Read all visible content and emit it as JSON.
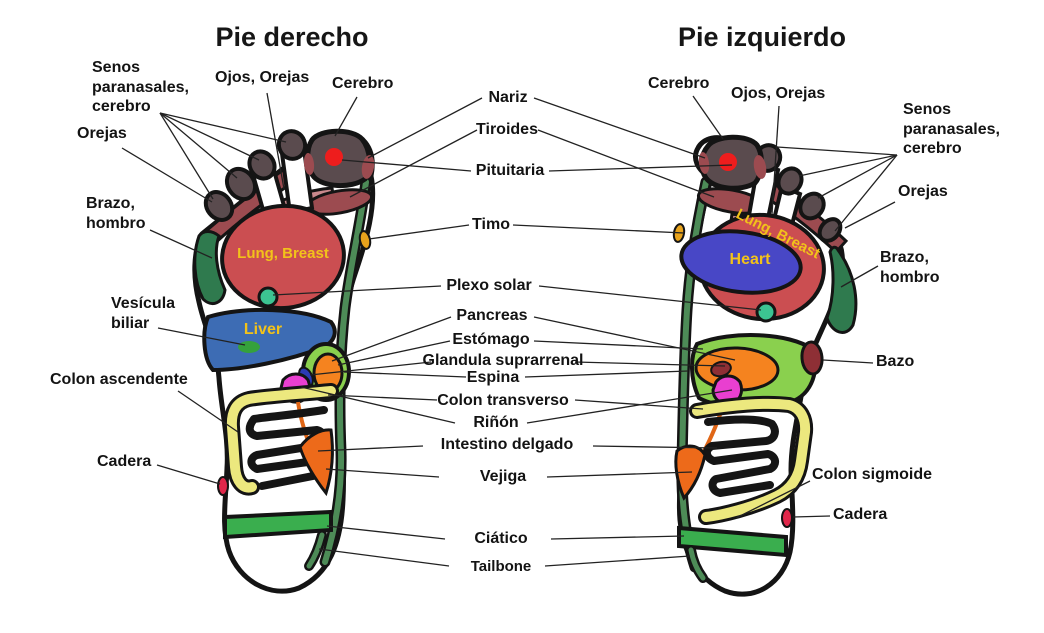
{
  "titles": {
    "right_foot": "Pie derecho",
    "left_foot": "Pie izquierdo"
  },
  "labels": {
    "senos_right": "Senos\nparanasales,\ncerebro",
    "ojos_right": "Ojos, Orejas",
    "cerebro_right": "Cerebro",
    "orejas_right": "Orejas",
    "brazo_right": "Brazo,\nhombro",
    "vesicula_right": "Vesícula\nbiliar",
    "colon_ascendente": "Colon ascendente",
    "cadera_right": "Cadera",
    "nariz": "Nariz",
    "tiroides": "Tiroides",
    "pituitaria": "Pituitaria",
    "timo": "Timo",
    "plexo_solar": "Plexo solar",
    "pancreas": "Pancreas",
    "estomago": "Estómago",
    "glandula_suprarrenal": "Glandula suprarrenal",
    "espina": "Espina",
    "colon_transverso": "Colon transverso",
    "rinon": "Riñón",
    "intestino_delgado": "Intestino delgado",
    "vejiga": "Vejiga",
    "ciatico": "Ciático",
    "tailbone": "Tailbone",
    "cerebro_left": "Cerebro",
    "ojos_left": "Ojos, Orejas",
    "senos_left": "Senos\nparanasales,\ncerebro",
    "orejas_left": "Orejas",
    "brazo_left": "Brazo,\nhombro",
    "bazo": "Bazo",
    "colon_sigmoide": "Colon sigmoide",
    "cadera_left": "Cadera"
  },
  "zone_texts": {
    "lung_breast": "Lung, Breast",
    "liver": "Liver",
    "heart": "Heart"
  },
  "colors": {
    "outline": "#141414",
    "toe_gray": "#5a4b4e",
    "maroon": "#9c4b50",
    "pink_crescent": "#c9898d",
    "lung_red": "#cb4e51",
    "arm_green": "#2f7a4e",
    "spine_green": "#4d8b57",
    "thymus_orange": "#e8a31c",
    "red_dot": "#ee1d1d",
    "solar_teal": "#3cc492",
    "liver_blue": "#3d6cb4",
    "gallbladder_green": "#35a13c",
    "stomach_green": "#8ad04e",
    "pancreas_orange": "#f5831f",
    "adrenal_blue": "#2b3bb3",
    "kidney_magenta": "#e93fd0",
    "ureter_orange": "#e06616",
    "bladder_orange": "#ed6a1a",
    "colon_yellow": "#ece87e",
    "sciatic_green": "#3aae4e",
    "hip_red": "#e0274a",
    "spleen_darkred": "#8e2f35",
    "heart_blue": "#4847c6",
    "zone_text_yellow": "#f2c21a"
  }
}
